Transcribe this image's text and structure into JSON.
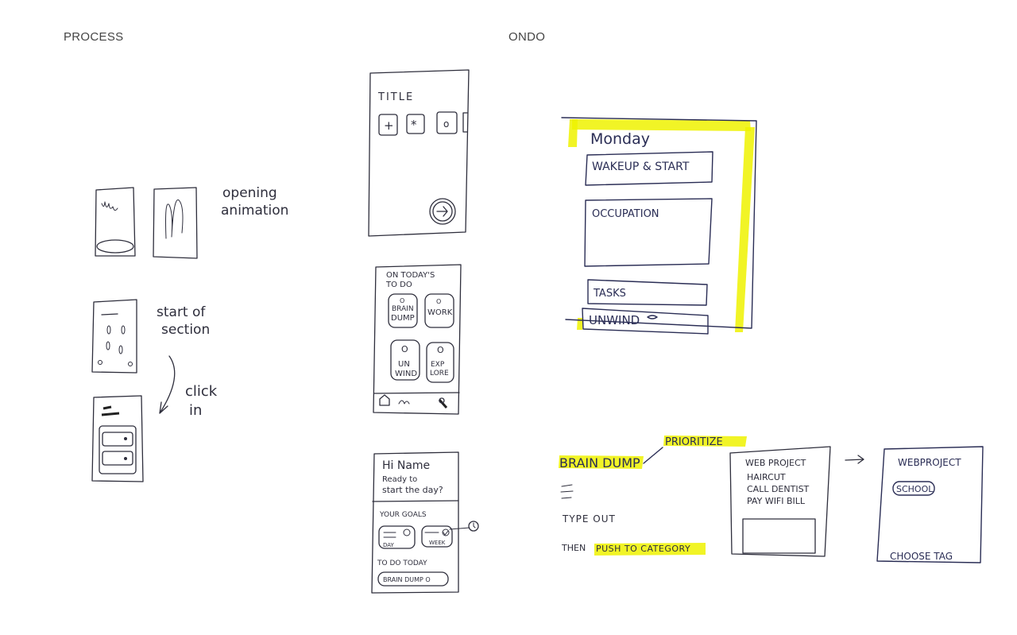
{
  "sections": {
    "process": "PROCESS",
    "ondo": "ONDO"
  },
  "process": {
    "note_opening": [
      "opening",
      "animation"
    ],
    "note_start": [
      "start of",
      "section"
    ],
    "note_click": [
      "click",
      "in"
    ]
  },
  "phone_title": {
    "title": "TITLE",
    "icons": [
      "+",
      "*",
      "o"
    ]
  },
  "phone_today": {
    "heading": [
      "ON TODAY'S",
      "TO DO"
    ],
    "tiles": [
      [
        "O",
        "BRAIN",
        "DUMP"
      ],
      [
        "O",
        "WORK"
      ],
      [
        "O",
        "UN",
        "WIND"
      ],
      [
        "O",
        "EXP",
        "LORE"
      ]
    ]
  },
  "phone_hi": {
    "greeting": "Hi Name",
    "subtitle": [
      "Ready to",
      "start the day?"
    ],
    "goals_label": "YOUR GOALS",
    "goal_day": "DAY",
    "goal_week": "WEEK",
    "todo_label": "TO DO TODAY",
    "todo_item": "BRAIN DUMP O"
  },
  "schedule": {
    "day": "Monday",
    "blocks": [
      "WAKEUP & START",
      "OCCUPATION",
      "TASKS",
      "UNWIND"
    ]
  },
  "braindump": {
    "title": "BRAIN DUMP",
    "prioritize": "PRIORITIZE",
    "type_out": "TYPE OUT",
    "push_prefix": "THEN",
    "push_highlight": "PUSH TO CATEGORY",
    "list": [
      "WEB PROJECT",
      "HAIRCUT",
      "CALL DENTIST",
      "PAY WIFI BILL"
    ],
    "tag_title": "WEBPROJECT",
    "tag_chip": "SCHOOL",
    "choose_tag": "CHOOSE TAG"
  }
}
